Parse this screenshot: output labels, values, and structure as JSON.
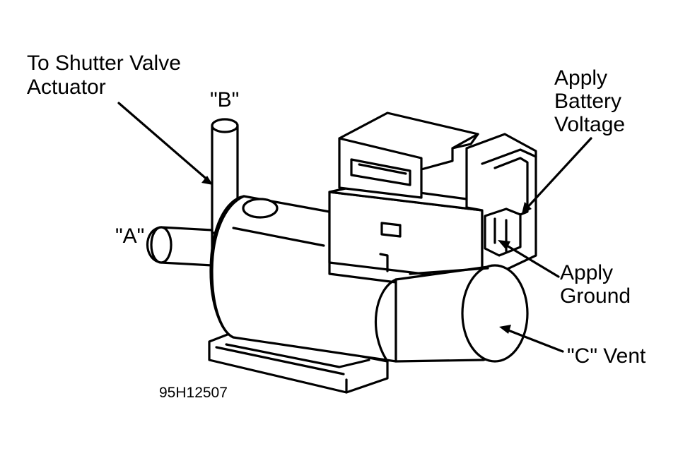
{
  "labels": {
    "shutter_line1": "To Shutter Valve",
    "shutter_line2": "Actuator",
    "port_b": "\"B\"",
    "port_a": "\"A\"",
    "battery_line1": "Apply",
    "battery_line2": "Battery",
    "battery_line3": "Voltage",
    "ground_line1": "Apply",
    "ground_line2": "Ground",
    "vent": "\"C\" Vent",
    "figure_ref": "95H12507"
  }
}
